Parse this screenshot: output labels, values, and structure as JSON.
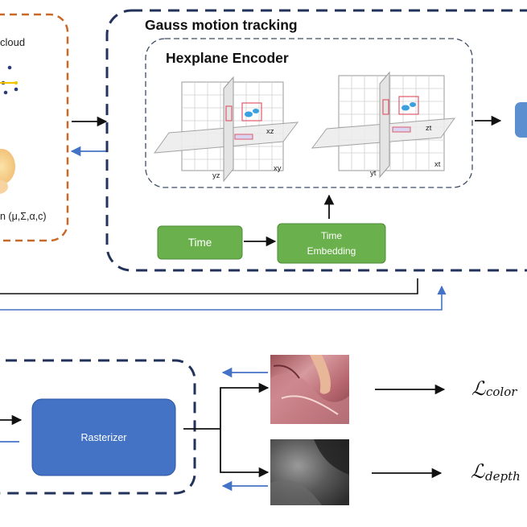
{
  "left_panel": {
    "cloud_label": "cloud",
    "params_label": "n (μ,Σ,α,c)"
  },
  "gauss_motion": {
    "title": "Gauss motion tracking",
    "hexplane": {
      "title": "Hexplane Encoder",
      "plane_a": {
        "labels": [
          "xz",
          "yz",
          "xy"
        ]
      },
      "plane_b": {
        "labels": [
          "zt",
          "yt",
          "xt"
        ]
      }
    },
    "time_label": "Time",
    "time_embedding_line1": "Time",
    "time_embedding_line2": "Embedding"
  },
  "render": {
    "rasterizer_label": "Rasterizer"
  },
  "losses": {
    "color_symbol": "ℒ",
    "color_subscript": "color",
    "depth_symbol": "ℒ",
    "depth_subscript": "depth"
  },
  "colors": {
    "navy_dash": "#22325a",
    "orange_dash": "#c8692a",
    "green_box": "#6ab04c",
    "blue_box": "#4472c4",
    "arrow_blue": "#4472c4",
    "grid": "#c9c9c9"
  }
}
